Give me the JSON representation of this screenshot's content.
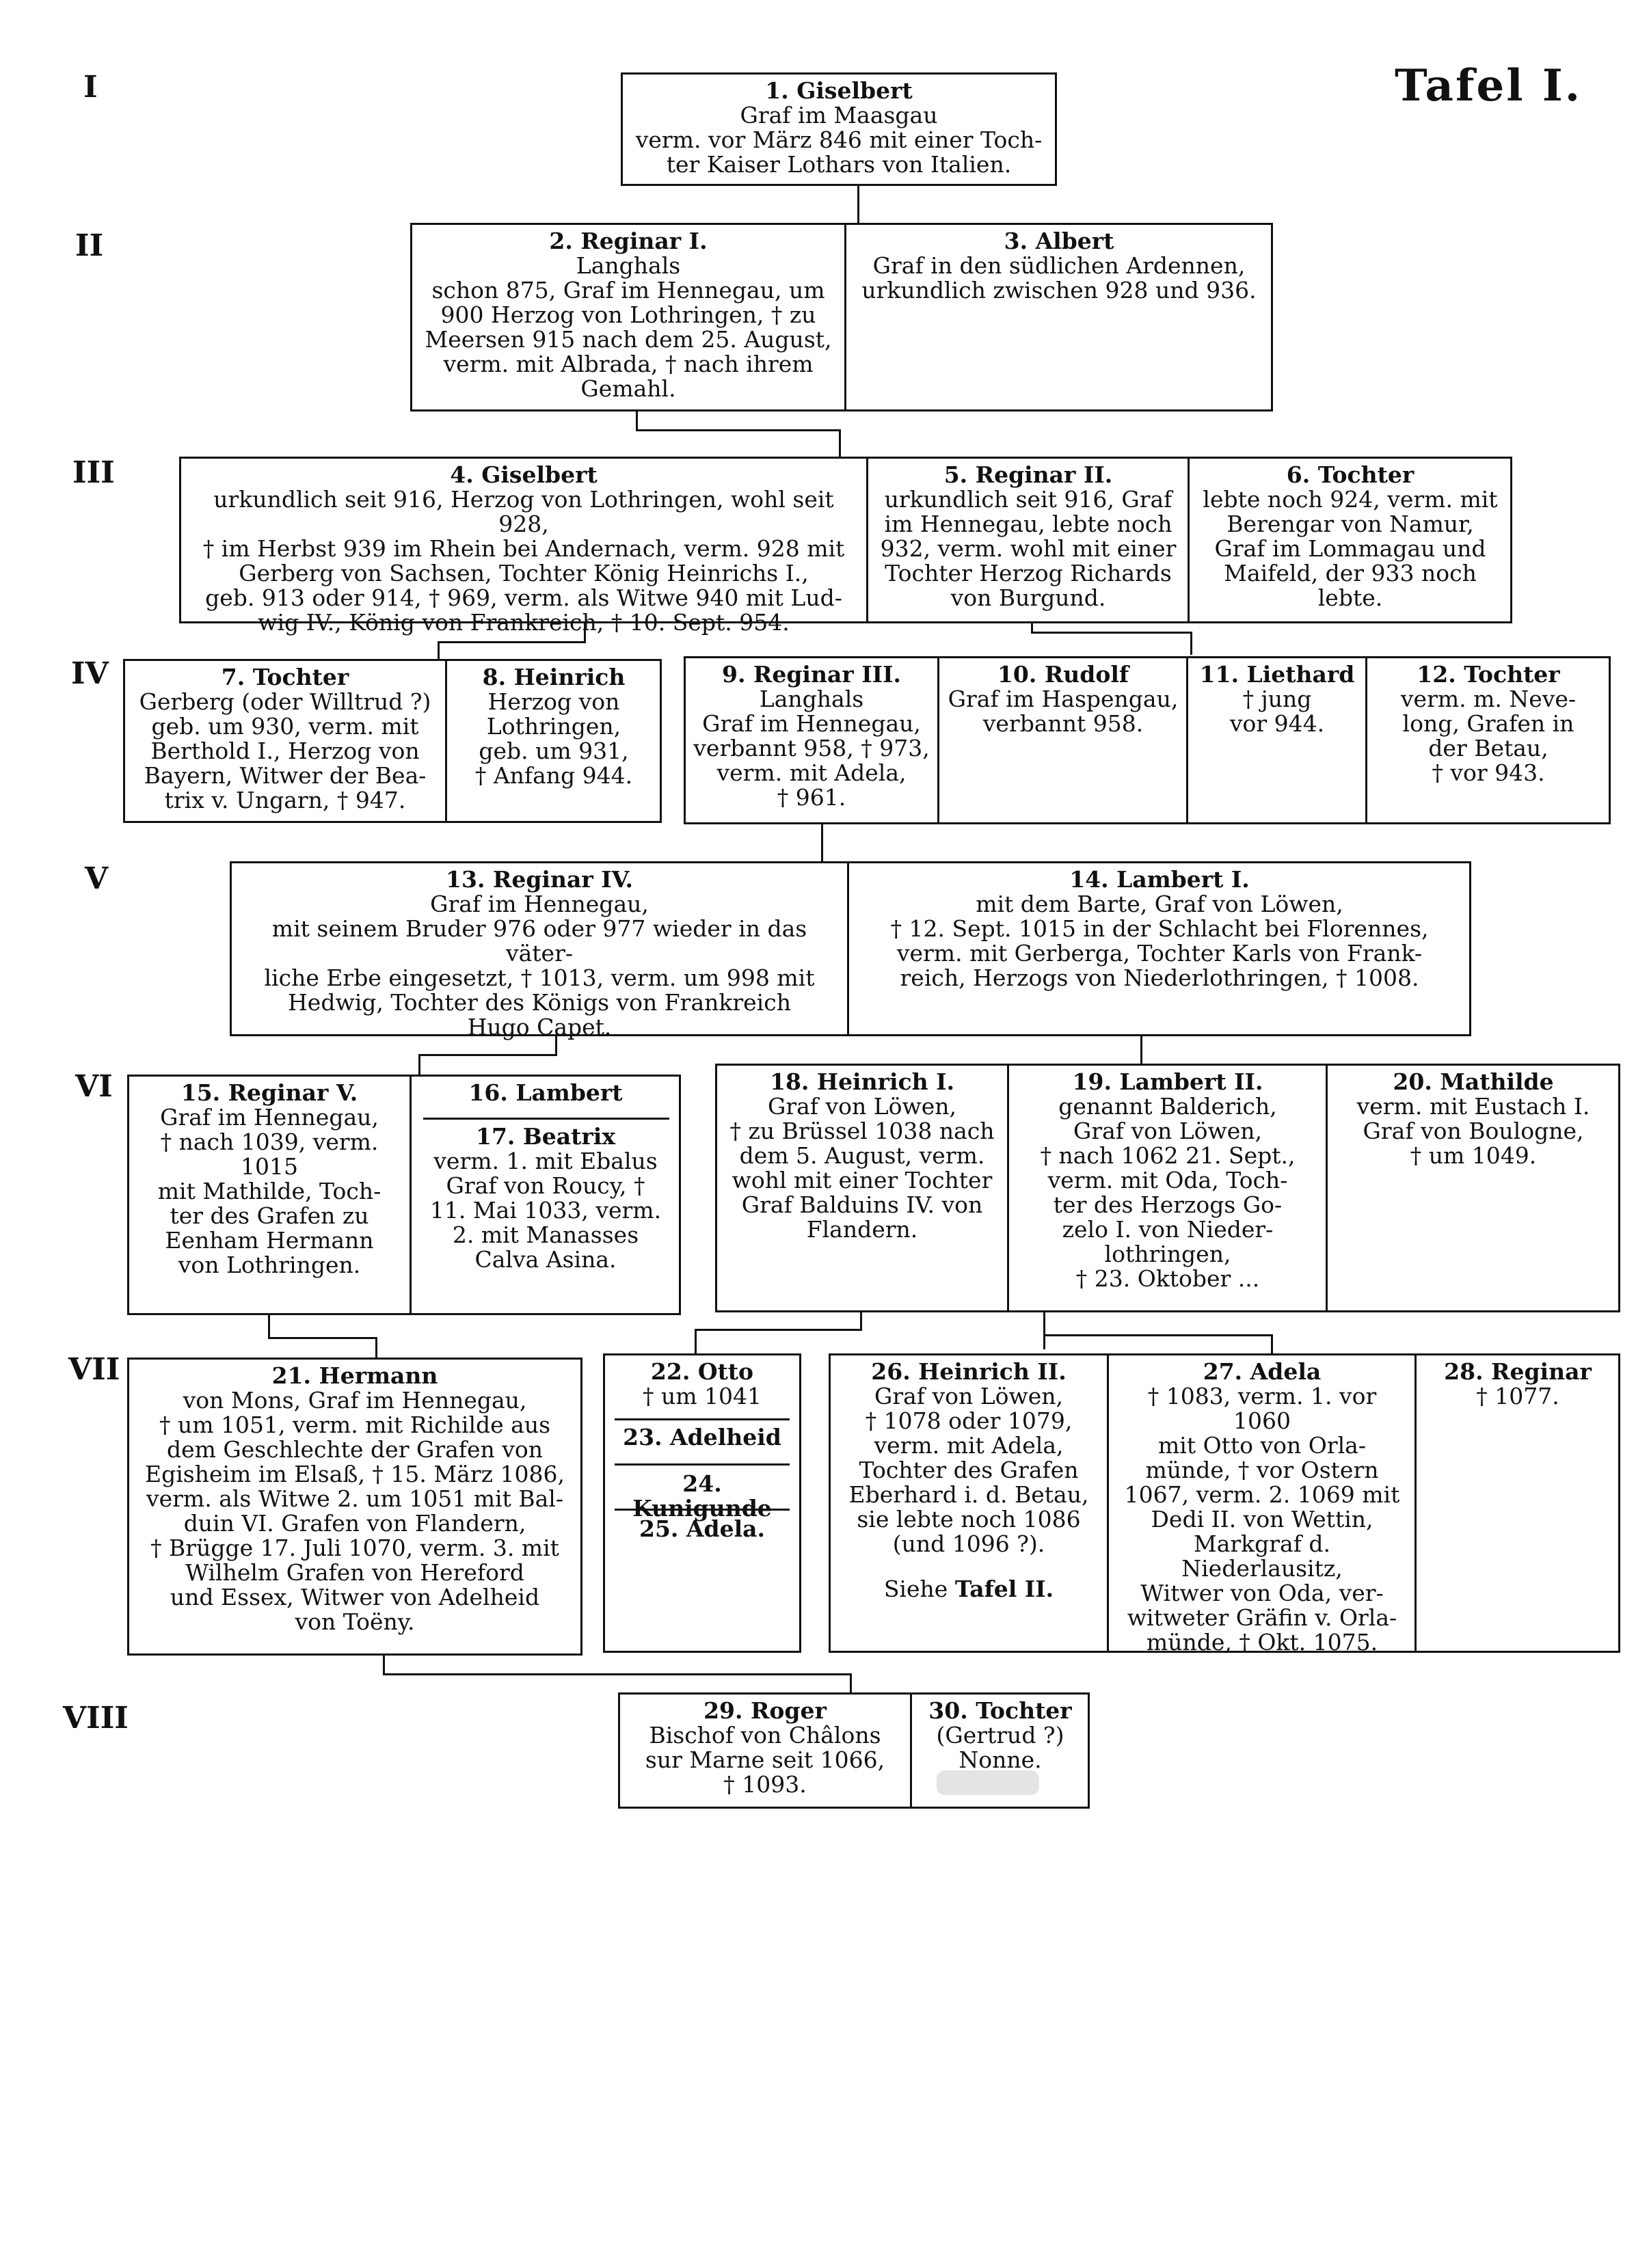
{
  "plate_label": "Tafel I.",
  "generations": [
    "I",
    "II",
    "III",
    "IV",
    "V",
    "VI",
    "VII",
    "VIII"
  ],
  "persons": {
    "p1": {
      "name": "1. Giselbert",
      "desc": "Graf im Maasgau\nverm. vor März 846 mit einer Toch-\nter Kaiser Lothars von Italien."
    },
    "p2": {
      "name": "2. Reginar I.",
      "desc": "Langhals\nschon 875, Graf im Hennegau, um\n900 Herzog von Lothringen, † zu\nMeersen 915 nach dem 25. August,\nverm. mit Albrada, † nach ihrem\nGemahl."
    },
    "p3": {
      "name": "3. Albert",
      "desc": "Graf in den südlichen Ardennen,\nurkundlich zwischen 928 und 936."
    },
    "p4": {
      "name": "4. Giselbert",
      "desc": "urkundlich seit 916, Herzog von Lothringen, wohl seit 928,\n† im Herbst 939 im Rhein bei Andernach, verm. 928 mit\nGerberg von Sachsen, Tochter König Heinrichs I.,\ngeb. 913 oder 914, † 969, verm. als Witwe 940 mit Lud-\nwig IV., König von Frankreich, † 10. Sept. 954."
    },
    "p5": {
      "name": "5. Reginar II.",
      "desc": "urkundlich seit 916, Graf\nim Hennegau, lebte noch\n932, verm. wohl mit einer\nTochter Herzog Richards\nvon Burgund."
    },
    "p6": {
      "name": "6. Tochter",
      "desc": "lebte noch 924, verm. mit\nBerengar von Namur,\nGraf im Lommagau und\nMaifeld, der 933 noch lebte."
    },
    "p7": {
      "name": "7. Tochter",
      "desc": "Gerberg (oder Willtrud ?)\ngeb. um 930, verm. mit\nBerthold I., Herzog von\nBayern, Witwer der Bea-\ntrix v. Ungarn, † 947."
    },
    "p8": {
      "name": "8. Heinrich",
      "desc": "Herzog von\nLothringen,\ngeb. um 931,\n† Anfang 944."
    },
    "p9": {
      "name": "9. Reginar III.",
      "desc": "Langhals\nGraf im Hennegau,\nverbannt 958, † 973,\nverm. mit Adela,\n† 961."
    },
    "p10": {
      "name": "10. Rudolf",
      "desc": "Graf im Haspengau,\nverbannt 958."
    },
    "p11": {
      "name": "11. Liethard",
      "desc": "† jung\nvor 944."
    },
    "p12": {
      "name": "12. Tochter",
      "desc": "verm. m. Neve-\nlong, Grafen in\nder Betau,\n† vor 943."
    },
    "p13": {
      "name": "13. Reginar IV.",
      "desc": "Graf im Hennegau,\nmit seinem Bruder 976 oder 977 wieder in das väter-\nliche Erbe eingesetzt, † 1013, verm. um 998 mit\nHedwig, Tochter des Königs von Frankreich\nHugo Capet."
    },
    "p14": {
      "name": "14. Lambert I.",
      "desc": "mit dem Barte, Graf von Löwen,\n† 12. Sept. 1015 in der Schlacht bei Florennes,\nverm. mit Gerberga, Tochter Karls von Frank-\nreich, Herzogs von Niederlothringen, † 1008."
    },
    "p15": {
      "name": "15. Reginar V.",
      "desc": "Graf im Hennegau,\n† nach 1039, verm. 1015\nmit Mathilde, Toch-\nter des Grafen zu\nEenham Hermann\nvon Lothringen."
    },
    "p16": {
      "name": "16. Lambert",
      "desc": ""
    },
    "p17": {
      "name": "17. Beatrix",
      "desc": "verm. 1. mit Ebalus\nGraf von Roucy, †\n11. Mai 1033, verm.\n2. mit Manasses\nCalva Asina."
    },
    "p18": {
      "name": "18. Heinrich I.",
      "desc": "Graf von Löwen,\n† zu Brüssel 1038 nach\ndem 5. August, verm.\nwohl mit einer Tochter\nGraf Balduins IV. von\nFlandern."
    },
    "p19": {
      "name": "19. Lambert II.",
      "desc": "genannt Balderich,\nGraf von Löwen,\n† nach 1062 21. Sept.,\nverm. mit Oda, Toch-\nter des Herzogs Go-\nzelo I. von Nieder-\nlothringen,\n† 23. Oktober ..."
    },
    "p20": {
      "name": "20. Mathilde",
      "desc": "verm. mit Eustach I.\nGraf von Boulogne,\n† um 1049."
    },
    "p21": {
      "name": "21. Hermann",
      "desc": "von Mons, Graf im Hennegau,\n† um 1051, verm. mit Richilde aus\ndem Geschlechte der Grafen von\nEgisheim im Elsaß, † 15. März 1086,\nverm. als Witwe 2. um 1051 mit Bal-\nduin VI. Grafen von Flandern,\n† Brügge 17. Juli 1070, verm. 3. mit\nWilhelm Grafen von Hereford\nund Essex, Witwer von Adelheid\nvon Toëny."
    },
    "p22": {
      "name": "22. Otto",
      "desc": "† um 1041"
    },
    "p23": {
      "name": "23. Adelheid",
      "desc": ""
    },
    "p24": {
      "name": "24. Kunigunde",
      "desc": ""
    },
    "p25": {
      "name": "25. Adela.",
      "desc": ""
    },
    "p26": {
      "name": "26. Heinrich II.",
      "desc": "Graf von Löwen,\n† 1078 oder 1079,\nverm. mit Adela,\nTochter des Grafen\nEberhard i. d. Betau,\nsie lebte noch 1086\n(und 1096 ?).",
      "see_label": "Siehe",
      "see_ref": "Tafel II."
    },
    "p27": {
      "name": "27. Adela",
      "desc": "† 1083, verm. 1. vor 1060\nmit Otto von Orla-\nmünde, † vor Ostern\n1067, verm. 2. 1069 mit\nDedi II. von Wettin,\nMarkgraf d. Niederlausitz,\nWitwer von Oda, ver-\nwitweter Gräfin v. Orla-\nmünde, † Okt. 1075."
    },
    "p28": {
      "name": "28. Reginar",
      "desc": "† 1077."
    },
    "p29": {
      "name": "29. Roger",
      "desc": "Bischof von Châlons\nsur Marne seit 1066,\n† 1093."
    },
    "p30": {
      "name": "30. Tochter",
      "desc": "(Gertrud ?)\nNonne."
    }
  }
}
